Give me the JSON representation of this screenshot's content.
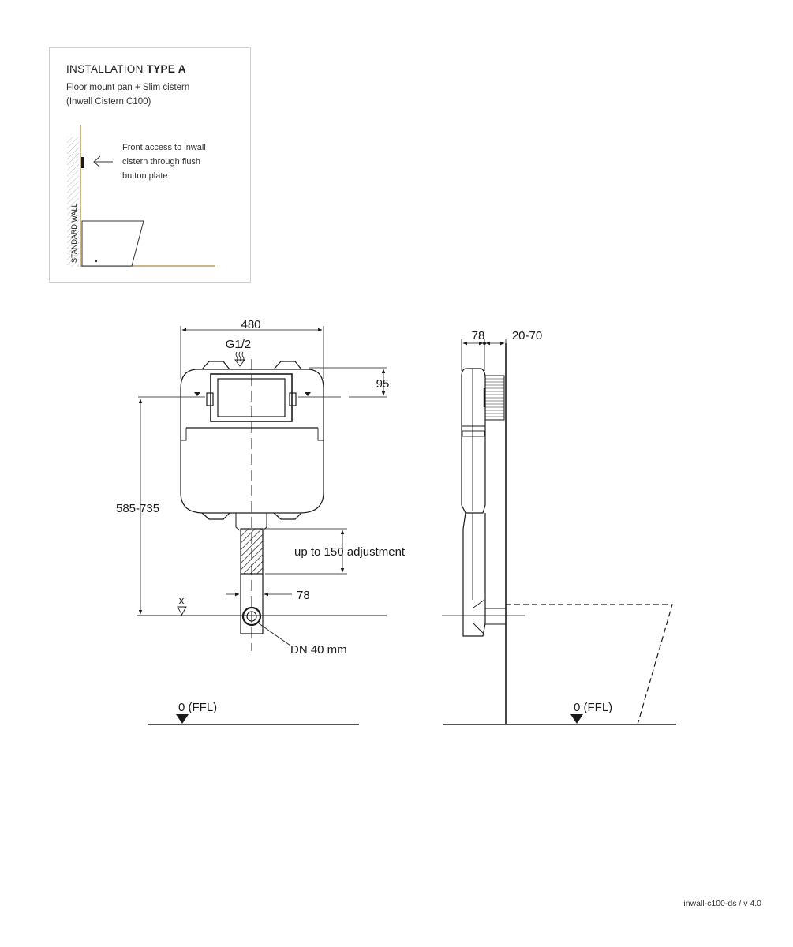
{
  "inset": {
    "title_light": "INSTALLATION",
    "title_bold": "TYPE A",
    "subtitle_line1": "Floor mount pan + Slim cistern",
    "subtitle_line2": "(Inwall Cistern C100)",
    "note_line1": "Front access to inwall",
    "note_line2": "cistern through flush",
    "note_line3": "button plate",
    "wall_label": "STANDARD WALL",
    "colors": {
      "floor": "#c9b48e",
      "wall_hatch": "#bbbbbb"
    }
  },
  "front_view": {
    "width_dim": "480",
    "inlet_label": "G1/2",
    "top_offset_dim": "95",
    "height_dim": "585-735",
    "adjustment_label": "up to 150 adjustment",
    "outlet_width_dim": "78",
    "x_marker": "x",
    "outlet_label": "DN 40 mm",
    "floor_label": "0 (FFL)"
  },
  "side_view": {
    "depth_dim": "78",
    "frame_dim": "20-70",
    "floor_label": "0 (FFL)"
  },
  "footer": {
    "doc_code": "inwall-c100-ds / v 4.0"
  }
}
